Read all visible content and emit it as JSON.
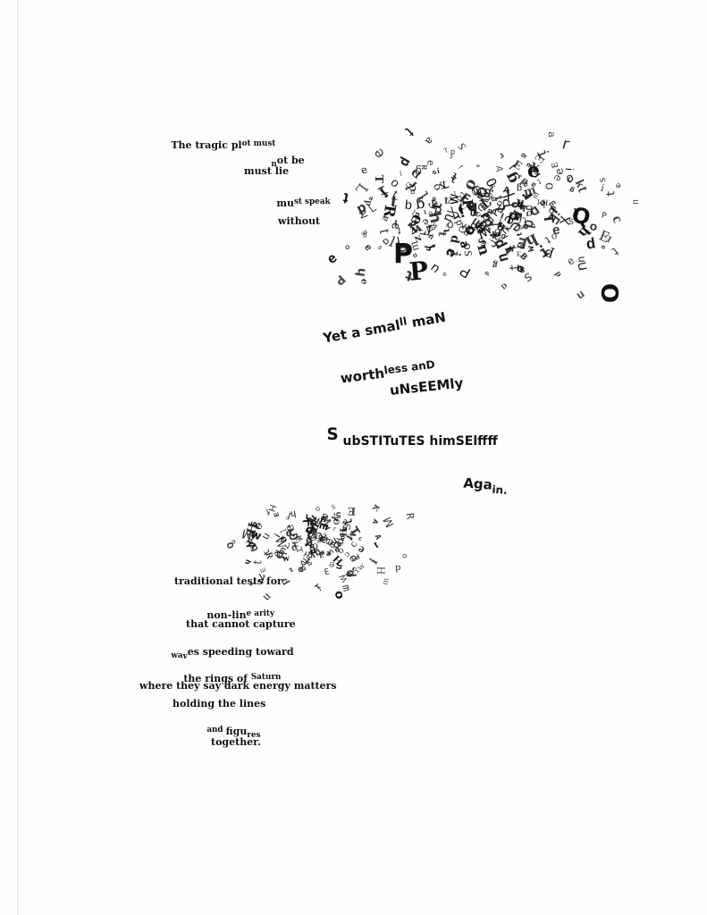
{
  "poem_top": {
    "line1": {
      "a": "The tragic pl",
      "b": "ot must"
    },
    "line2": {
      "a": "n",
      "b": "ot be"
    },
    "line3": "must lie",
    "line4": {
      "a": "mu",
      "b": "st speak"
    },
    "line5": "without"
  },
  "poem_middle": {
    "line1": {
      "a": "Yet a smal",
      "b": "l",
      "c": "l",
      "d": " maN"
    },
    "line2": {
      "a": "worth",
      "b": "less anD"
    },
    "line3": "uNsEEMly",
    "line4": {
      "a": "S",
      "b": " ubSTITuTES himSElffff"
    },
    "line5": {
      "a": "Aga",
      "b": "in",
      "c": "."
    }
  },
  "poem_bottom": {
    "line1": "traditional tests for",
    "line2": {
      "a": "non-lin",
      "b": "e arity"
    },
    "line3": "that cannot capture",
    "line4": {
      "a": "wa",
      "b": "v",
      "c": "es speeding toward"
    },
    "line5": {
      "a": "the rings of ",
      "b": "Saturn"
    },
    "line6": "where they say dark energy matters",
    "line7": "holding the lines",
    "line8": {
      "a": "and ",
      "b": "figu",
      "c": "res"
    },
    "line9": "together."
  },
  "clouds": {
    "upper": "eXplodingworDPlotdisinTEgrateDthetragicplotmustnotbemustliemustspeakwithouteXceptionOOOOEEETTdPPRDBIsfreeLALGNeTRE",
    "lower": "MEKWAHddoitnecomfoRmTdsSWeEEwzMiaHAtheothecleoaocSseelwcoHHpKEGnr",
    "upper_large": [
      "P",
      "P",
      "O",
      "e",
      "Q"
    ]
  },
  "colors": {
    "ink": "#111111",
    "paper": "#fefefe"
  }
}
